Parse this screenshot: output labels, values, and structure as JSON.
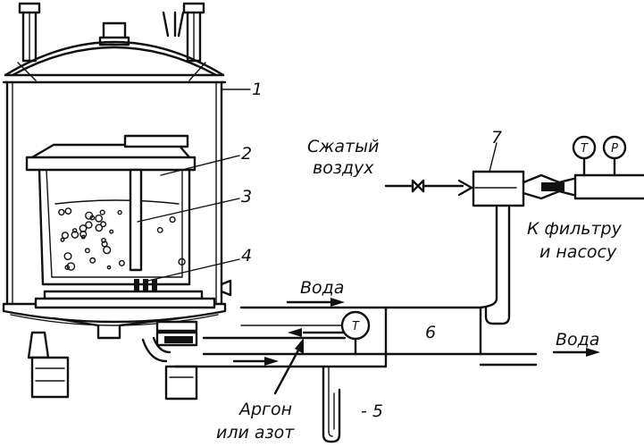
{
  "callouts": {
    "c1": "1",
    "c2": "2",
    "c3": "3",
    "c4": "4",
    "c5": "- 5",
    "c6": "6",
    "c7": "7"
  },
  "labels": {
    "compressed_air_line1": "Сжатый",
    "compressed_air_line2": "воздух",
    "to_filter_line1": "К фильтру",
    "to_filter_line2": "и насосу",
    "water_in": "Вода",
    "water_out": "Вода",
    "argon_line1": "Аргон",
    "argon_line2": "или азот"
  },
  "gauges": {
    "thermometer_main": "T",
    "thermometer_top": "T",
    "pressure_top": "P"
  }
}
